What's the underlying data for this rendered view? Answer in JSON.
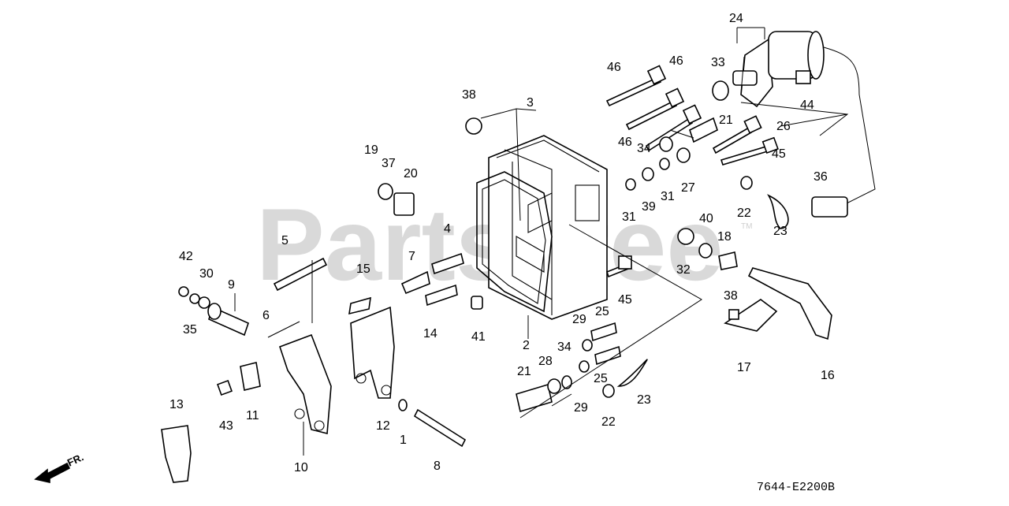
{
  "watermark": "PartsTree",
  "watermark_tm": "TM",
  "diagram_code": "7644-E2200B",
  "direction_label": "FR.",
  "callouts": {
    "c1": "1",
    "c2": "2",
    "c3": "3",
    "c4": "4",
    "c5": "5",
    "c6": "6",
    "c7": "7",
    "c8": "8",
    "c9": "9",
    "c10": "10",
    "c11": "11",
    "c12": "12",
    "c13": "13",
    "c14": "14",
    "c15": "15",
    "c16": "16",
    "c17": "17",
    "c18": "18",
    "c19": "19",
    "c20": "20",
    "c21a": "21",
    "c21b": "21",
    "c22a": "22",
    "c22b": "22",
    "c23a": "23",
    "c23b": "23",
    "c24": "24",
    "c25a": "25",
    "c25b": "25",
    "c26": "26",
    "c27": "27",
    "c28": "28",
    "c29a": "29",
    "c29b": "29",
    "c30": "30",
    "c31a": "31",
    "c31b": "31",
    "c32": "32",
    "c33": "33",
    "c34a": "34",
    "c34b": "34",
    "c35": "35",
    "c36": "36",
    "c37": "37",
    "c38a": "38",
    "c38b": "38",
    "c39": "39",
    "c40": "40",
    "c41": "41",
    "c42": "42",
    "c43": "43",
    "c44": "44",
    "c45a": "45",
    "c45b": "45",
    "c46a": "46",
    "c46b": "46",
    "c46c": "46"
  }
}
